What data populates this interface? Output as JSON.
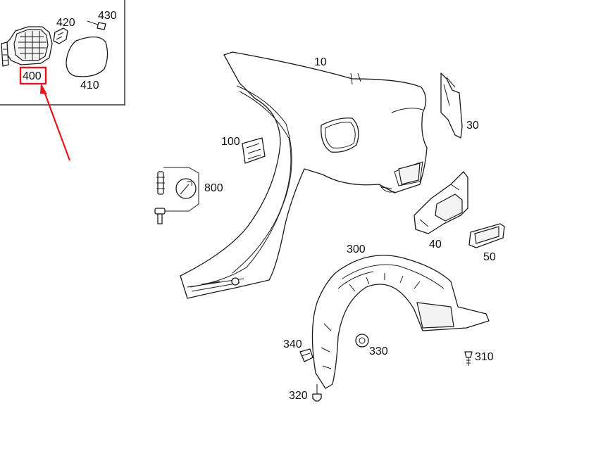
{
  "accent_color": "#e8141c",
  "inset": {
    "labels": {
      "p400": "400",
      "p410": "410",
      "p420": "420",
      "p430": "430"
    }
  },
  "labels": {
    "p10": "10",
    "p30": "30",
    "p40": "40",
    "p50": "50",
    "p100": "100",
    "p300": "300",
    "p310": "310",
    "p320": "320",
    "p330": "330",
    "p340": "340",
    "p800": "800"
  },
  "highlight": {
    "part": "400"
  }
}
